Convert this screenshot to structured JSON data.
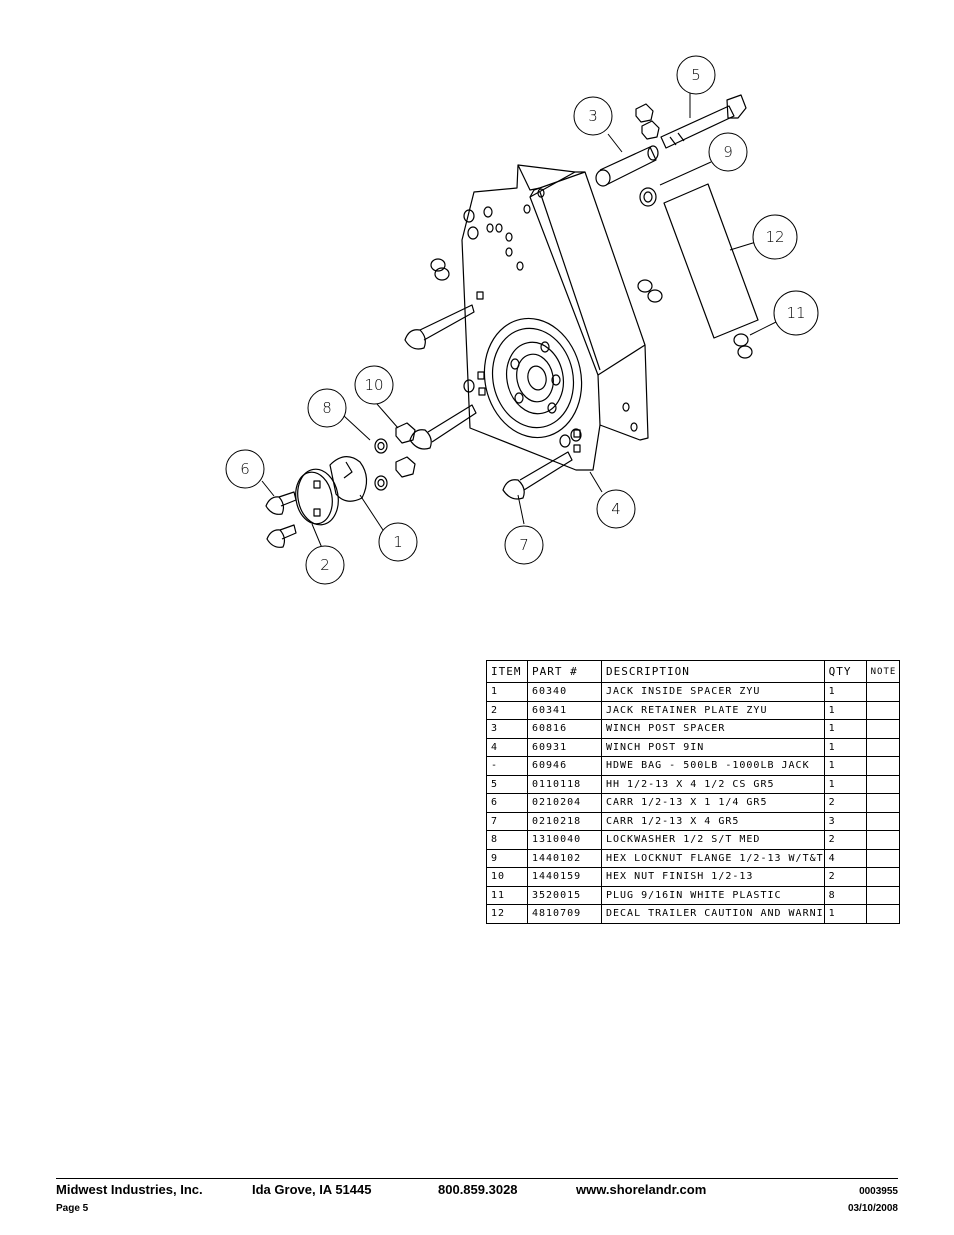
{
  "callouts": [
    "1",
    "2",
    "3",
    "4",
    "5",
    "6",
    "7",
    "8",
    "9",
    "10",
    "11",
    "12"
  ],
  "table": {
    "headers": [
      "ITEM",
      "PART #",
      "DESCRIPTION",
      "QTY",
      "NOTE"
    ],
    "rows": [
      [
        "1",
        "60340",
        "JACK INSIDE SPACER ZYU",
        "1",
        ""
      ],
      [
        "2",
        "60341",
        "JACK RETAINER PLATE ZYU",
        "1",
        ""
      ],
      [
        "3",
        "60816",
        "WINCH POST SPACER",
        "1",
        ""
      ],
      [
        "4",
        "60931",
        "WINCH POST 9IN",
        "1",
        ""
      ],
      [
        "-",
        "60946",
        "HDWE BAG - 500LB -1000LB JACK",
        "1",
        ""
      ],
      [
        "5",
        "0110118",
        "HH 1/2-13 X 4 1/2 CS GR5",
        "1",
        ""
      ],
      [
        "6",
        "0210204",
        "CARR 1/2-13 X 1 1/4 GR5",
        "2",
        ""
      ],
      [
        "7",
        "0210218",
        "CARR 1/2-13 X 4 GR5",
        "3",
        ""
      ],
      [
        "8",
        "1310040",
        "LOCKWASHER 1/2 S/T MED",
        "2",
        ""
      ],
      [
        "9",
        "1440102",
        "HEX LOCKNUT FLANGE 1/2-13 W/T&T",
        "4",
        ""
      ],
      [
        "10",
        "1440159",
        "HEX NUT FINISH 1/2-13",
        "2",
        ""
      ],
      [
        "11",
        "3520015",
        "PLUG   9/16IN WHITE PLASTIC",
        "8",
        ""
      ],
      [
        "12",
        "4810709",
        "DECAL TRAILER CAUTION AND WARNI",
        "1",
        ""
      ]
    ]
  },
  "footer": {
    "company": "Midwest Industries, Inc.",
    "location": "Ida Grove, IA  51445",
    "phone": "800.859.3028",
    "website": "www.shorelandr.com",
    "doc_number": "0003955",
    "page": "Page 5",
    "date": "03/10/2008"
  }
}
